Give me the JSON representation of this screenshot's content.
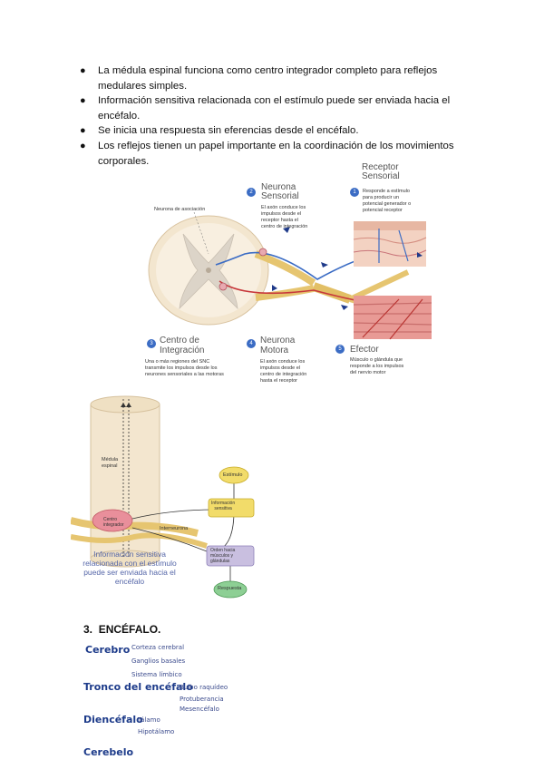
{
  "bullets": [
    "La médula espinal funciona como centro integrador completo para reflejos medulares simples.",
    "Información sensitiva relacionada con el estímulo puede ser enviada hacia el encéfalo.",
    "Se inicia una respuesta sin eferencias desde el encéfalo.",
    "Los reflejos tienen un papel importante en la coordinación de los movimientos corporales."
  ],
  "figure1": {
    "labels": {
      "top_left": "Neurona de asociación",
      "receptor_title_1": "Receptor",
      "receptor_title_2": "Sensorial",
      "receptor_num": "1",
      "receptor_desc": [
        "Responde a estímulo",
        "para producir un",
        "potencial generador o",
        "potencial receptor"
      ],
      "sensory_num": "2",
      "sensory_title_1": "Neurona",
      "sensory_title_2": "Sensorial",
      "sensory_desc": [
        "El axón conduce los",
        "impulsos desde el",
        "receptor hasta el",
        "centro de integración"
      ],
      "center_num": "3",
      "center_title_1": "Centro de",
      "center_title_2": "Integración",
      "center_desc": [
        "Una o más regiones del SNC",
        "transmite los impulsos desde los",
        "neurones sensoriales a las motoras"
      ],
      "motor_num": "4",
      "motor_title_1": "Neurona",
      "motor_title_2": "Motora",
      "motor_desc": [
        "El axón conduce los",
        "impulsos desde el",
        "centro de integración",
        "hasta el receptor"
      ],
      "effector_num": "5",
      "effector_title": "Efector",
      "effector_desc": [
        "Músculo o glándula que",
        "responde a los impulsos",
        "del nervio motor"
      ]
    }
  },
  "figure2": {
    "labels": {
      "medula": [
        "Médula",
        "espinal"
      ],
      "centro": [
        "Centro",
        "integrador"
      ],
      "interneurona": "Interneurona",
      "estimulo": "Estímulo",
      "info_sensitiva": [
        "Información",
        "sensitiva"
      ],
      "orden": [
        "Orden hacia",
        "músculos y",
        "glándulas"
      ],
      "respuesta": "Respuesta",
      "caption": [
        "Información sensitiva",
        "relacionada con el estímulo",
        "puede ser enviada hacia el",
        "encéfalo"
      ]
    }
  },
  "section": {
    "number": "3.",
    "title": "ENCÉFALO."
  },
  "encefalo": {
    "cerebro": "Cerebro",
    "cerebro_items": [
      "Corteza cerebral",
      "Ganglios basales",
      "Sistema límbico"
    ],
    "tronco": "Tronco del encéfalo",
    "tronco_items": [
      "Bulbo raquídeo",
      "Protuberancia",
      "Mesencéfalo"
    ],
    "diencefalo": "Diencéfalo",
    "diencefalo_items": [
      "Tálamo",
      "Hipotálamo"
    ],
    "cerebelo": "Cerebelo"
  }
}
